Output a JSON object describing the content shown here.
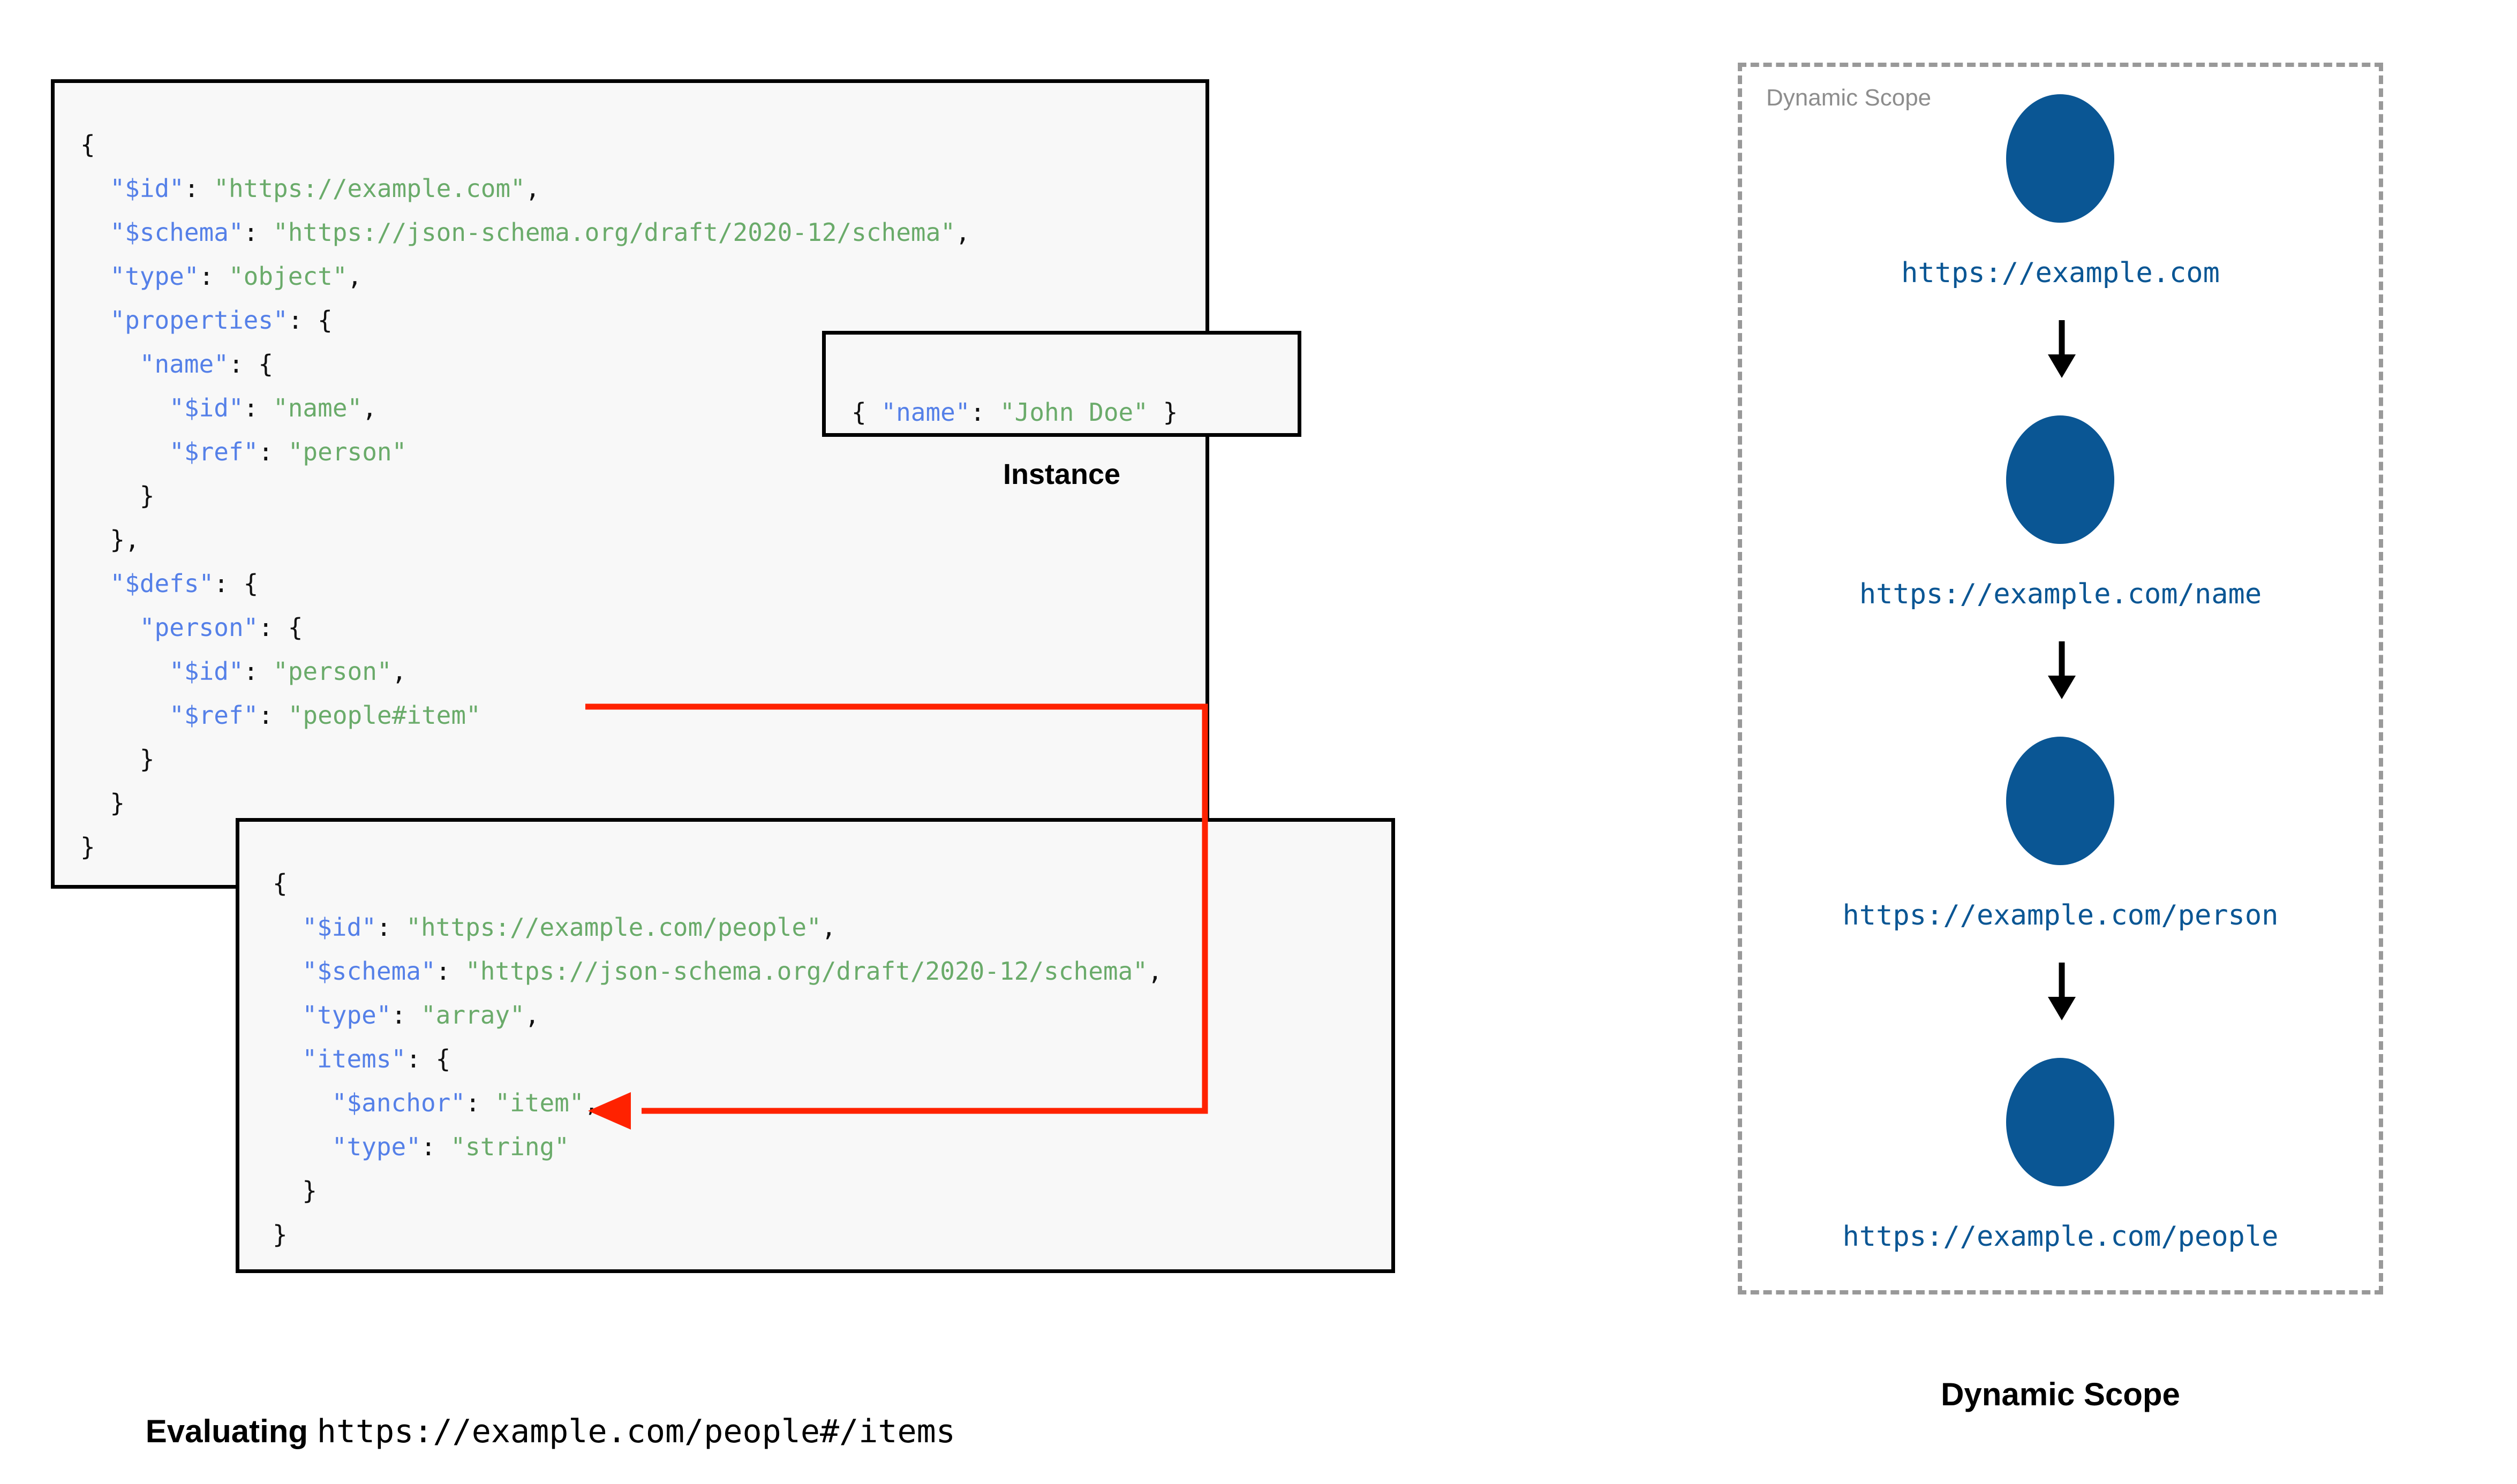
{
  "schema_root": {
    "lines": [
      [
        {
          "t": "{",
          "c": "p"
        }
      ],
      [
        {
          "t": "  ",
          "c": "p"
        },
        {
          "t": "\"$id\"",
          "c": "k"
        },
        {
          "t": ": ",
          "c": "p"
        },
        {
          "t": "\"https://example.com\"",
          "c": "v"
        },
        {
          "t": ",",
          "c": "p"
        }
      ],
      [
        {
          "t": "  ",
          "c": "p"
        },
        {
          "t": "\"$schema\"",
          "c": "k"
        },
        {
          "t": ": ",
          "c": "p"
        },
        {
          "t": "\"https://json-schema.org/draft/2020-12/schema\"",
          "c": "v"
        },
        {
          "t": ",",
          "c": "p"
        }
      ],
      [
        {
          "t": "  ",
          "c": "p"
        },
        {
          "t": "\"type\"",
          "c": "k"
        },
        {
          "t": ": ",
          "c": "p"
        },
        {
          "t": "\"object\"",
          "c": "v"
        },
        {
          "t": ",",
          "c": "p"
        }
      ],
      [
        {
          "t": "  ",
          "c": "p"
        },
        {
          "t": "\"properties\"",
          "c": "k"
        },
        {
          "t": ": {",
          "c": "p"
        }
      ],
      [
        {
          "t": "    ",
          "c": "p"
        },
        {
          "t": "\"name\"",
          "c": "k"
        },
        {
          "t": ": {",
          "c": "p"
        }
      ],
      [
        {
          "t": "      ",
          "c": "p"
        },
        {
          "t": "\"$id\"",
          "c": "k"
        },
        {
          "t": ": ",
          "c": "p"
        },
        {
          "t": "\"name\"",
          "c": "v"
        },
        {
          "t": ",",
          "c": "p"
        }
      ],
      [
        {
          "t": "      ",
          "c": "p"
        },
        {
          "t": "\"$ref\"",
          "c": "k"
        },
        {
          "t": ": ",
          "c": "p"
        },
        {
          "t": "\"person\"",
          "c": "v"
        }
      ],
      [
        {
          "t": "    }",
          "c": "p"
        }
      ],
      [
        {
          "t": "  },",
          "c": "p"
        }
      ],
      [
        {
          "t": "  ",
          "c": "p"
        },
        {
          "t": "\"$defs\"",
          "c": "k"
        },
        {
          "t": ": {",
          "c": "p"
        }
      ],
      [
        {
          "t": "    ",
          "c": "p"
        },
        {
          "t": "\"person\"",
          "c": "k"
        },
        {
          "t": ": {",
          "c": "p"
        }
      ],
      [
        {
          "t": "      ",
          "c": "p"
        },
        {
          "t": "\"$id\"",
          "c": "k"
        },
        {
          "t": ": ",
          "c": "p"
        },
        {
          "t": "\"person\"",
          "c": "v"
        },
        {
          "t": ",",
          "c": "p"
        }
      ],
      [
        {
          "t": "      ",
          "c": "p"
        },
        {
          "t": "\"$ref\"",
          "c": "k"
        },
        {
          "t": ": ",
          "c": "p"
        },
        {
          "t": "\"people#item\"",
          "c": "v"
        }
      ],
      [
        {
          "t": "    }",
          "c": "p"
        }
      ],
      [
        {
          "t": "  }",
          "c": "p"
        }
      ],
      [
        {
          "t": "}",
          "c": "p"
        }
      ]
    ]
  },
  "instance": {
    "caption": "Instance",
    "lines": [
      [
        {
          "t": "{ ",
          "c": "p"
        },
        {
          "t": "\"name\"",
          "c": "k"
        },
        {
          "t": ": ",
          "c": "p"
        },
        {
          "t": "\"John Doe\"",
          "c": "v"
        },
        {
          "t": " }",
          "c": "p"
        }
      ]
    ]
  },
  "schema_people": {
    "lines": [
      [
        {
          "t": "{",
          "c": "p"
        }
      ],
      [
        {
          "t": "  ",
          "c": "p"
        },
        {
          "t": "\"$id\"",
          "c": "k"
        },
        {
          "t": ": ",
          "c": "p"
        },
        {
          "t": "\"https://example.com/people\"",
          "c": "v"
        },
        {
          "t": ",",
          "c": "p"
        }
      ],
      [
        {
          "t": "  ",
          "c": "p"
        },
        {
          "t": "\"$schema\"",
          "c": "k"
        },
        {
          "t": ": ",
          "c": "p"
        },
        {
          "t": "\"https://json-schema.org/draft/2020-12/schema\"",
          "c": "v"
        },
        {
          "t": ",",
          "c": "p"
        }
      ],
      [
        {
          "t": "  ",
          "c": "p"
        },
        {
          "t": "\"type\"",
          "c": "k"
        },
        {
          "t": ": ",
          "c": "p"
        },
        {
          "t": "\"array\"",
          "c": "v"
        },
        {
          "t": ",",
          "c": "p"
        }
      ],
      [
        {
          "t": "  ",
          "c": "p"
        },
        {
          "t": "\"items\"",
          "c": "k"
        },
        {
          "t": ": {",
          "c": "p"
        }
      ],
      [
        {
          "t": "    ",
          "c": "p"
        },
        {
          "t": "\"$anchor\"",
          "c": "k"
        },
        {
          "t": ": ",
          "c": "p"
        },
        {
          "t": "\"item\"",
          "c": "v"
        },
        {
          "t": ",",
          "c": "p"
        }
      ],
      [
        {
          "t": "    ",
          "c": "p"
        },
        {
          "t": "\"type\"",
          "c": "k"
        },
        {
          "t": ": ",
          "c": "p"
        },
        {
          "t": "\"string\"",
          "c": "v"
        }
      ],
      [
        {
          "t": "  }",
          "c": "p"
        }
      ],
      [
        {
          "t": "}",
          "c": "p"
        }
      ]
    ]
  },
  "dynamic_scope": {
    "panel_label": "Dynamic Scope",
    "caption": "Dynamic Scope",
    "node_color": "#0a5694",
    "label_color": "#0a5694",
    "nodes": [
      {
        "label": "https://example.com"
      },
      {
        "label": "https://example.com/name"
      },
      {
        "label": "https://example.com/person"
      },
      {
        "label": "https://example.com/people"
      }
    ]
  },
  "evaluating": {
    "prefix": "Evaluating ",
    "uri": "https://example.com/people#/items"
  },
  "ref_arrow": {
    "color": "#ff2200",
    "from": "$ref: \"people#item\"",
    "to": "$anchor: \"item\""
  }
}
